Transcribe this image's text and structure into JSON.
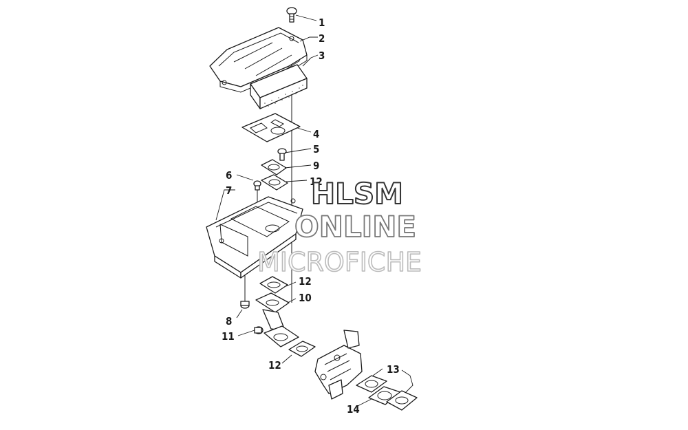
{
  "callouts": {
    "c1": "1",
    "c2": "2",
    "c3": "3",
    "c4": "4",
    "c5": "5",
    "c6": "6",
    "c7": "7",
    "c8": "8",
    "c9": "9",
    "c10": "10",
    "c11": "11",
    "c12a": "12",
    "c12b": "12",
    "c12c": "12",
    "c13": "13",
    "c14": "14"
  },
  "watermark": {
    "line1": "HLSM",
    "line2": "ONLINE",
    "line3": "MICROFICHE"
  }
}
